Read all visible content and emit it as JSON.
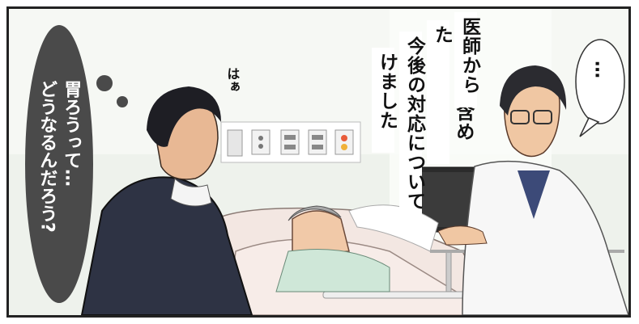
{
  "panel": {
    "colors": {
      "wall": "#eef3ee",
      "thought_bubble": "#4a4a4a",
      "caption_bg": "#ffffff",
      "border": "#222222"
    }
  },
  "caption": {
    "columns": [
      "医師から",
      "胃ろうを含めた",
      "今後の対応について",
      "説明を受けました"
    ]
  },
  "thought": {
    "lines": [
      "胃ろうって…",
      "どうなるんだろう?"
    ]
  },
  "sigh": {
    "text": "はぁ"
  },
  "doctor_bubble": {
    "text": "…"
  }
}
